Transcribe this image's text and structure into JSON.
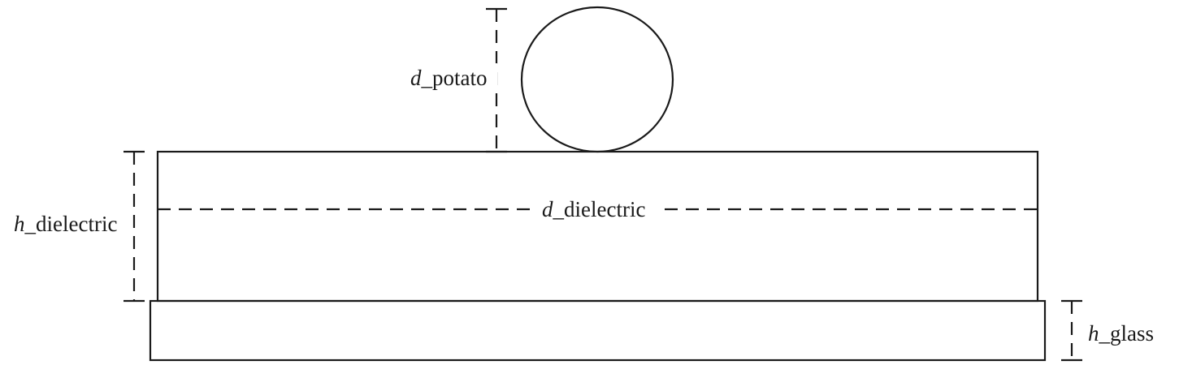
{
  "labels": {
    "d_potato": {
      "var": "d",
      "suffix": "_potato"
    },
    "h_dielectric": {
      "var": "h",
      "suffix": "_dielectric"
    },
    "d_dielectric": {
      "var": "d",
      "suffix": "_dielectric"
    },
    "h_glass": {
      "var": "h",
      "suffix": "_glass"
    }
  }
}
